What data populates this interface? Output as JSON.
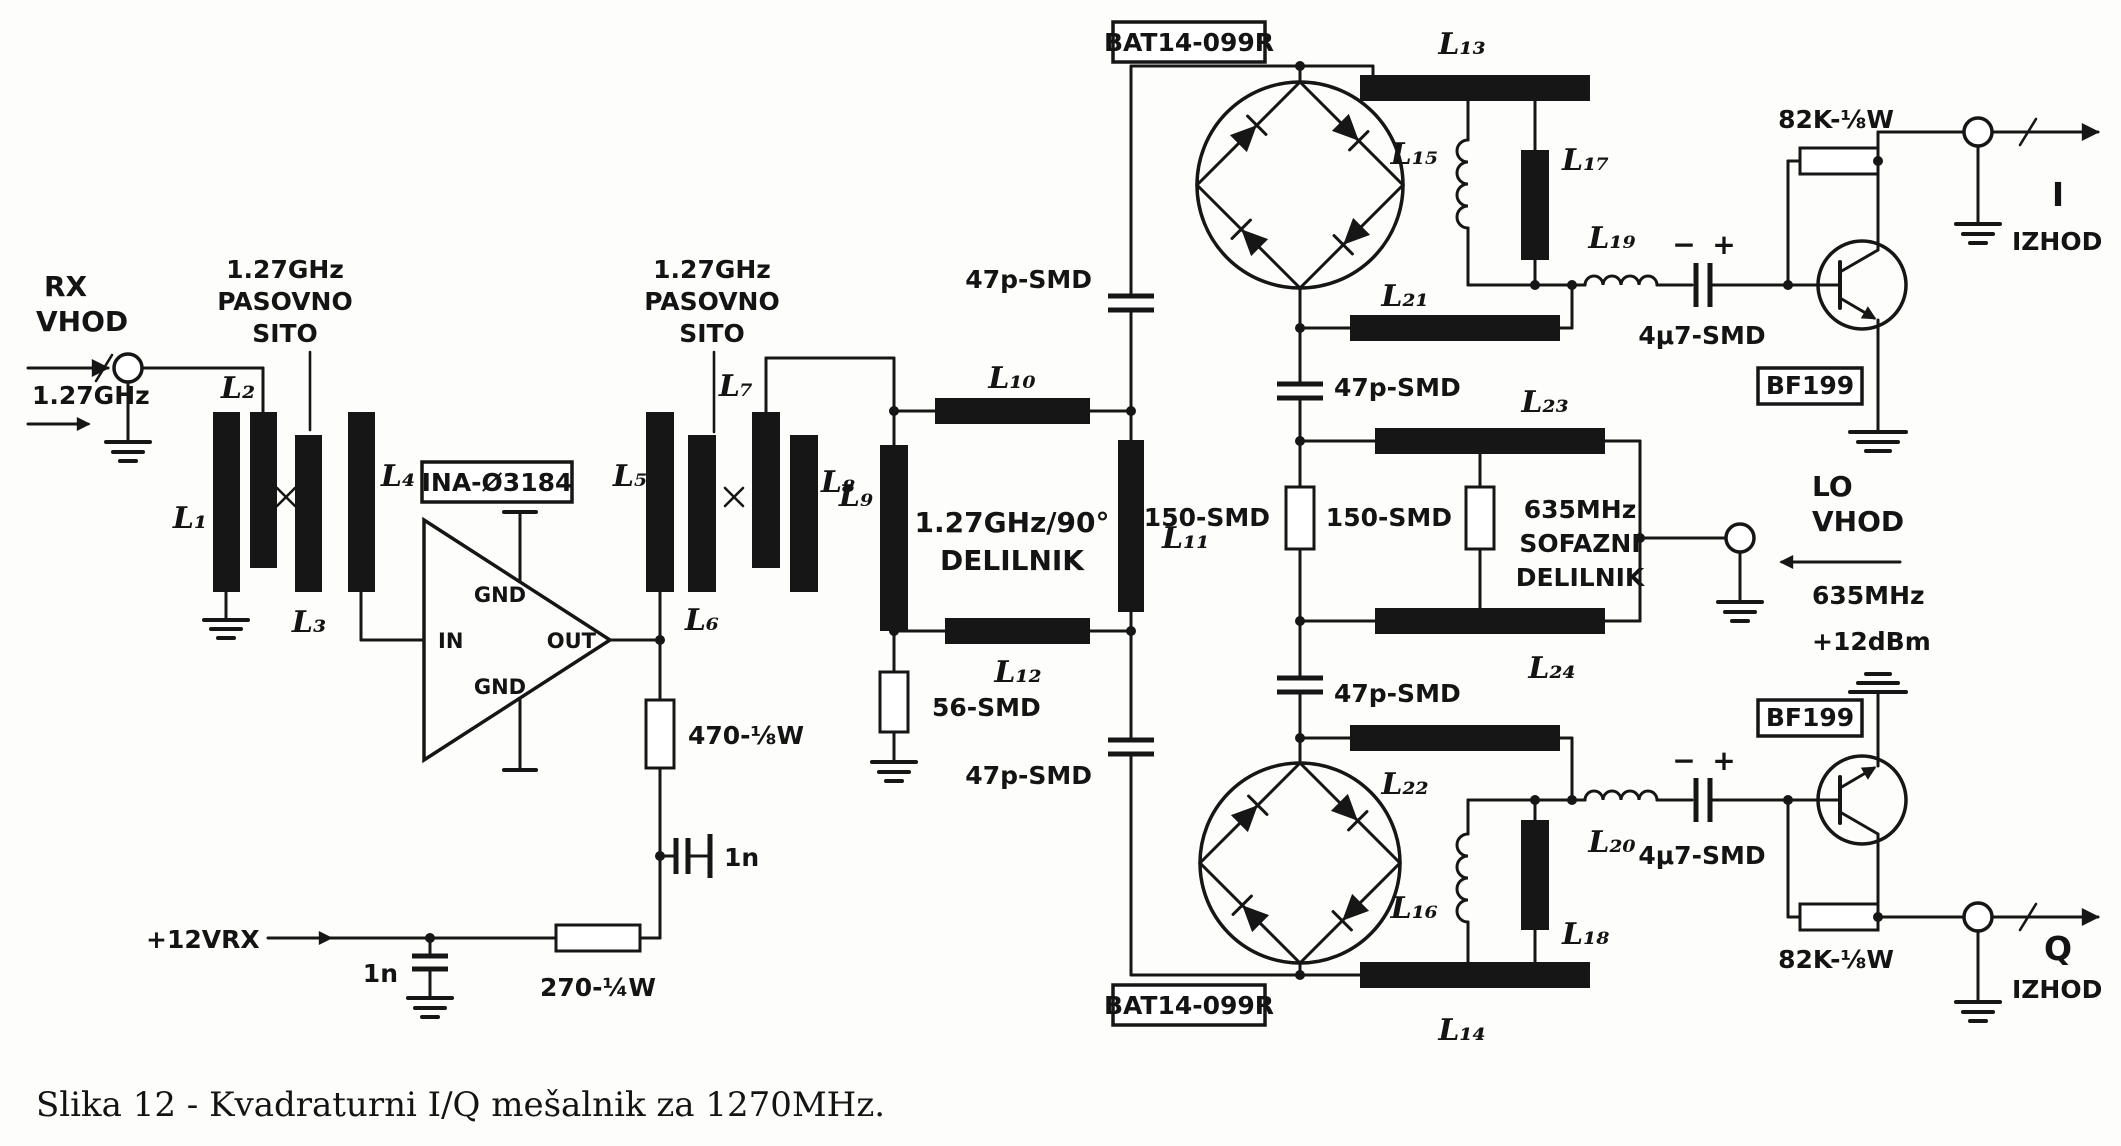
{
  "caption": "Slika 12 - Kvadraturni I/Q mešalnik za 1270MHz.",
  "rx": {
    "l1": "RX",
    "l2": "VHOD",
    "freq": "1.27GHz"
  },
  "lo": {
    "l1": "LO",
    "l2": "VHOD",
    "freq": "635MHz",
    "level": "+12dBm"
  },
  "out_i": {
    "label": "I",
    "sub": "IZHOD"
  },
  "out_q": {
    "label": "Q",
    "sub": "IZHOD"
  },
  "filter1": {
    "l1": "1.27GHz",
    "l2": "PASOVNO",
    "l3": "SITO"
  },
  "filter2": {
    "l1": "1.27GHz",
    "l2": "PASOVNO",
    "l3": "SITO"
  },
  "amp": {
    "part": "INA-Ø3184",
    "in": "IN",
    "out": "OUT",
    "gnd_top": "GND",
    "gnd_bot": "GND"
  },
  "div90": {
    "l1": "1.27GHz/90°",
    "l2": "DELILNIK"
  },
  "lodiv": {
    "l1": "635MHz",
    "l2": "SOFAZNI",
    "l3": "DELILNIK"
  },
  "mixer_top": "BAT14-099R",
  "mixer_bot": "BAT14-099R",
  "q_top": "BF199",
  "q_bot": "BF199",
  "supply": "+12VRX",
  "r": {
    "r56": "56-SMD",
    "r150l": "150-SMD",
    "r150r": "150-SMD",
    "r470": "470-⅛W",
    "r270": "270-¼W",
    "r82t": "82K-⅛W",
    "r82b": "82K-⅛W"
  },
  "c": {
    "c47a": "47p-SMD",
    "c47b": "47p-SMD",
    "c47c": "47p-SMD",
    "c47d": "47p-SMD",
    "c4u7t": "4μ7-SMD",
    "c4u7b": "4μ7-SMD",
    "c1na": "1n",
    "c1nb": "1n",
    "minus": "−",
    "plus": "+"
  },
  "l": {
    "L1": "L₁",
    "L2": "L₂",
    "L3": "L₃",
    "L4": "L₄",
    "L5": "L₅",
    "L6": "L₆",
    "L7": "L₇",
    "L8": "L₈",
    "L9": "L₉",
    "L10": "L₁₀",
    "L11": "L₁₁",
    "L12": "L₁₂",
    "L13": "L₁₃",
    "L14": "L₁₄",
    "L15": "L₁₅",
    "L16": "L₁₆",
    "L17": "L₁₇",
    "L18": "L₁₈",
    "L19": "L₁₉",
    "L20": "L₂₀",
    "L21": "L₂₁",
    "L22": "L₂₂",
    "L23": "L₂₃",
    "L24": "L₂₄"
  }
}
